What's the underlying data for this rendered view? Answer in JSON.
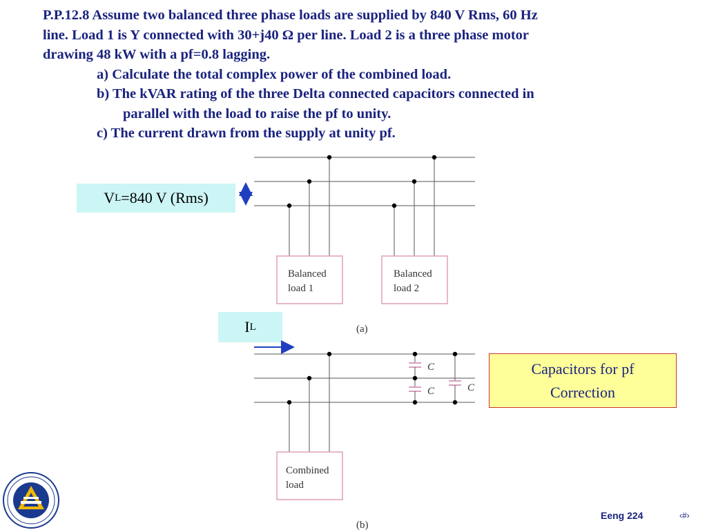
{
  "problem": {
    "lines": [
      "P.P.12.8 Assume two balanced three phase loads are supplied by 840 V Rms, 60 Hz",
      "line. Load 1 is Y connected with 30+j40 Ω per line. Load 2 is a three phase motor",
      "drawing 48 kW with a pf=0.8 lagging."
    ],
    "part_a": "a) Calculate the total complex power of the combined load.",
    "part_b1": "b) The kVAR rating of the three Delta connected capacitors connected in",
    "part_b2": "parallel with the load to raise the pf to unity.",
    "part_c": "c) The current drawn from the supply at unity pf."
  },
  "labels": {
    "vl_main": "V",
    "vl_sub": "L",
    "vl_rest": "=840 V (Rms)",
    "il_main": "I",
    "il_sub": "L",
    "capacitors_line1": "Capacitors for pf",
    "capacitors_line2": "Correction"
  },
  "diagram": {
    "load1_line1": "Balanced",
    "load1_line2": "load 1",
    "load2_line1": "Balanced",
    "load2_line2": "load 2",
    "combined_line1": "Combined",
    "combined_line2": "load",
    "cap_label": "C",
    "caption_a": "(a)",
    "caption_b": "(b)"
  },
  "footer": {
    "course": "Eeng 224",
    "slide_number": "‹#›"
  },
  "colors": {
    "text_blue": "#1a237e",
    "highlight_cyan": "#ccf5f5",
    "highlight_yellow": "#ffff99",
    "load_border": "#e0a0b0",
    "arrow_blue": "#1f3fbf"
  }
}
